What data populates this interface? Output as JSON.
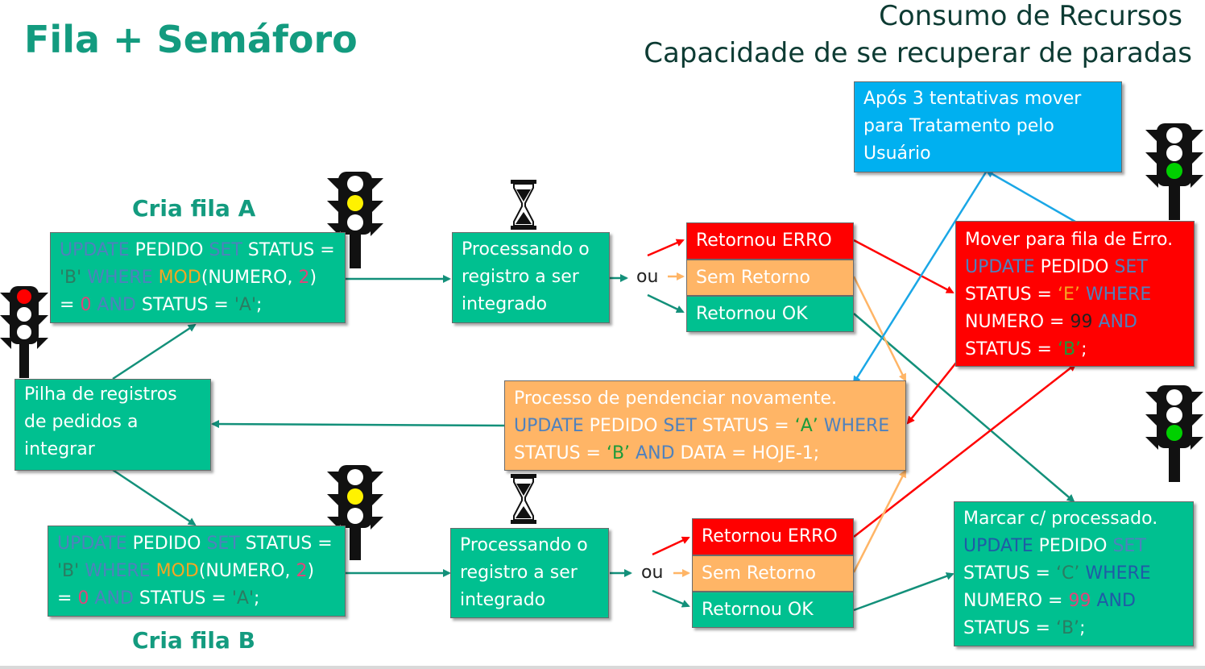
{
  "title": "Fila + Semáforo",
  "subtitle_line1": "Consumo de Recursos",
  "subtitle_line2": "Capacidade de se recuperar de paradas",
  "label_fila_a": "Cria fila A",
  "label_fila_b": "Cria fila B",
  "stack_box": "Pilha de registros de pedidos a integrar",
  "queue_a": {
    "t1": "UPDATE",
    "t2": " PEDIDO ",
    "t3": "SET",
    "t4": " STATUS =",
    "t5": "'B'",
    "t6": " WHERE ",
    "t7": "MOD",
    "t8": "(NUMERO, ",
    "t9": "2",
    "t10": ")",
    "t11": "= ",
    "t12": "0",
    "t13": " AND ",
    "t14": "STATUS = ",
    "t15": "'A'",
    "t16": ";"
  },
  "queue_b": {
    "t1": "UPDATE",
    "t2": " PEDIDO ",
    "t3": "SET",
    "t4": " STATUS =",
    "t5": "'B'",
    "t6": " WHERE ",
    "t7": "MOD",
    "t8": "(NUMERO, ",
    "t9": "2",
    "t10": ")",
    "t11": "= ",
    "t12": "0",
    "t13": " AND ",
    "t14": "STATUS = ",
    "t15": "'A'",
    "t16": ";"
  },
  "processing_a": "Processando o registro a ser integrado",
  "processing_b": "Processando o registro a ser integrado",
  "ou_a": "ou",
  "ou_b": "ou",
  "outcomes_a": {
    "erro": "Retornou ERRO",
    "sem": "Sem Retorno",
    "ok": "Retornou OK"
  },
  "outcomes_b": {
    "erro": "Retornou ERRO",
    "sem": "Sem Retorno",
    "ok": "Retornou OK"
  },
  "pending_box": {
    "line1": "Processo de pendenciar novamente.",
    "t1": "UPDATE",
    "t2": " PEDIDO ",
    "t3": "SET",
    "t4": " STATUS = ",
    "t5": "‘A’",
    "t6": " WHERE",
    "t7": "STATUS = ",
    "t8": "‘B’",
    "t9": " AND ",
    "t10": "DATA = HOJE-1;"
  },
  "error_box": {
    "line1": "Mover para fila de Erro.",
    "t1": "UPDATE",
    "t2": " PEDIDO ",
    "t3": "SET",
    "t4": "STATUS = ",
    "t5": "‘E’",
    "t6": " WHERE",
    "t7": "NUMERO = ",
    "t8": "99",
    "t9": " AND",
    "t10": "STATUS = ",
    "t11": "‘B’",
    "t12": ";"
  },
  "retry_box": "Após 3 tentativas mover para Tratamento pelo Usuário",
  "done_box": {
    "line1": "Marcar c/ processado.",
    "t1": "UPDATE",
    "t2": " PEDIDO ",
    "t3": "SET",
    "t4": "STATUS = ",
    "t5": "‘C’",
    "t6": " WHERE",
    "t7": "NUMERO = ",
    "t8": "99",
    "t9": " AND",
    "t10": "STATUS = ",
    "t11": "‘B’",
    "t12": ";"
  },
  "colors": {
    "green_box": "#00c090",
    "red_box": "#ff0000",
    "orange_box": "#ffb566",
    "blue_box": "#00b0f0",
    "teal_arrow": "#13907a",
    "red_arrow": "#ff0000",
    "orange_arrow": "#ffb566",
    "blue_arrow": "#1aa7e6"
  },
  "icons": [
    "traffic-light-red-icon",
    "traffic-light-yellow-icon",
    "traffic-light-green-icon",
    "hourglass-icon"
  ]
}
